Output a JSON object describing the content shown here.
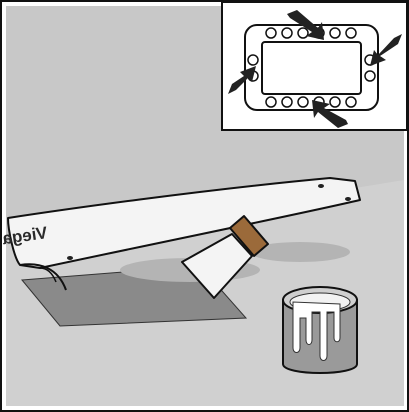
{
  "illustration": {
    "brand_text": "Viega",
    "colors": {
      "background": "#c8c8c8",
      "floor_light": "#d2d2d2",
      "membrane": "#f4f4f4",
      "sealant_patch": "#8a8a8a",
      "spatula_handle": "#9b6a3a",
      "paint_bucket": "#9a9a9a",
      "outline": "#111111",
      "arrow": "#222222"
    },
    "inset": {
      "hole_count_per_long_side": 6,
      "hole_count_per_short_side": 2,
      "arrow_count": 4
    }
  }
}
